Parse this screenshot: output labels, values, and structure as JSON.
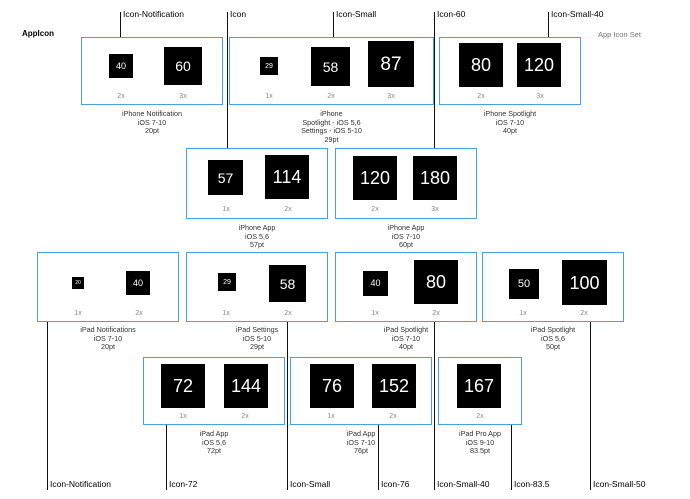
{
  "header": {
    "title": "AppIcon",
    "set_label": "App Icon Set"
  },
  "top_callouts": {
    "notification": "Icon-Notification",
    "icon": "Icon",
    "small": "Icon-Small",
    "i60": "Icon-60",
    "small40": "Icon-Small-40"
  },
  "bottom_callouts": {
    "notification": "Icon-Notification",
    "i72": "Icon-72",
    "small": "Icon-Small",
    "i76": "Icon-76",
    "small40": "Icon-Small-40",
    "i83": "Icon-83.5",
    "small50": "Icon-Small-50"
  },
  "groups": {
    "iphone_notification": {
      "caption": "iPhone Notification\niOS 7-10\n20pt",
      "icons": [
        {
          "value": "40",
          "scale": "2x"
        },
        {
          "value": "60",
          "scale": "3x"
        }
      ]
    },
    "iphone_spotlight_settings": {
      "caption": "iPhone\nSpotlight - iOS 5,6\nSettings - iOS 5-10\n29pt",
      "icons": [
        {
          "value": "29",
          "scale": "1x"
        },
        {
          "value": "58",
          "scale": "2x"
        },
        {
          "value": "87",
          "scale": "3x"
        }
      ]
    },
    "iphone_spotlight": {
      "caption": "iPhone Spotlight\niOS 7-10\n40pt",
      "icons": [
        {
          "value": "80",
          "scale": "2x"
        },
        {
          "value": "120",
          "scale": "3x"
        }
      ]
    },
    "iphone_app_56": {
      "caption": "iPhone App\niOS 5,6\n57pt",
      "icons": [
        {
          "value": "57",
          "scale": "1x"
        },
        {
          "value": "114",
          "scale": "2x"
        }
      ]
    },
    "iphone_app_710": {
      "caption": "iPhone App\niOS 7-10\n60pt",
      "icons": [
        {
          "value": "120",
          "scale": "2x"
        },
        {
          "value": "180",
          "scale": "3x"
        }
      ]
    },
    "ipad_notifications": {
      "caption": "iPad Notifications\niOS 7-10\n20pt",
      "icons": [
        {
          "value": "20",
          "scale": "1x"
        },
        {
          "value": "40",
          "scale": "2x"
        }
      ]
    },
    "ipad_settings": {
      "caption": "iPad Settings\niOS 5-10\n29pt",
      "icons": [
        {
          "value": "29",
          "scale": "1x"
        },
        {
          "value": "58",
          "scale": "2x"
        }
      ]
    },
    "ipad_spotlight_710": {
      "caption": "iPad Spotlight\niOS 7-10\n40pt",
      "icons": [
        {
          "value": "40",
          "scale": "1x"
        },
        {
          "value": "80",
          "scale": "2x"
        }
      ]
    },
    "ipad_spotlight_56": {
      "caption": "iPad Spotlight\niOS 5,6\n50pt",
      "icons": [
        {
          "value": "50",
          "scale": "1x"
        },
        {
          "value": "100",
          "scale": "2x"
        }
      ]
    },
    "ipad_app_56": {
      "caption": "iPad App\niOS 5,6\n72pt",
      "icons": [
        {
          "value": "72",
          "scale": "1x"
        },
        {
          "value": "144",
          "scale": "2x"
        }
      ]
    },
    "ipad_app_710": {
      "caption": "iPad App\niOS 7-10\n76pt",
      "icons": [
        {
          "value": "76",
          "scale": "1x"
        },
        {
          "value": "152",
          "scale": "2x"
        }
      ]
    },
    "ipad_pro_app": {
      "caption": "iPad Pro App\niOS 9-10\n83.5pt",
      "icons": [
        {
          "value": "167",
          "scale": "2x"
        }
      ]
    }
  },
  "colors": {
    "box_border": "#4a9fe0",
    "icon_bg": "#000000",
    "scale_text": "#8a8a8a"
  }
}
